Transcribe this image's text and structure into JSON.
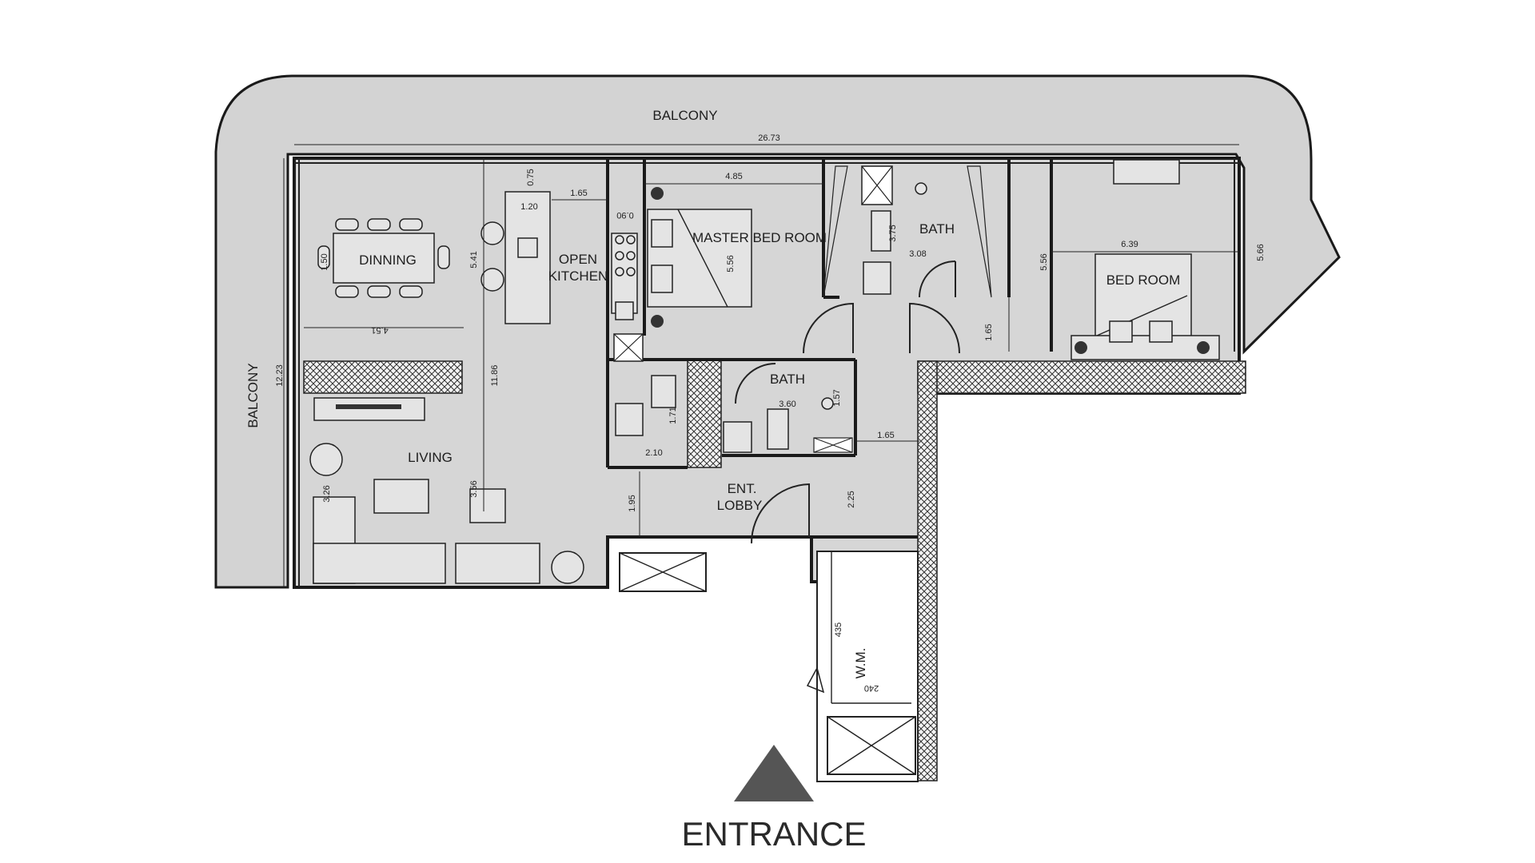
{
  "rooms": {
    "balcony_top": "BALCONY",
    "balcony_left": "BALCONY",
    "dining": "DINNING",
    "open_kitchen_line1": "OPEN",
    "open_kitchen_line2": "KITCHEN",
    "master_bedroom": "MASTER BED ROOM",
    "bath_top": "BATH",
    "bedroom": "BED ROOM",
    "bath_middle": "BATH",
    "living": "LIVING",
    "ent_lobby_line1": "ENT.",
    "ent_lobby_line2": "LOBBY",
    "wm": "W.M."
  },
  "dimensions": {
    "overall_width": "26.73",
    "overall_height": "12.23",
    "kitchen_width": "1.65",
    "kitchen_counter": "1.20",
    "kitchen_depth": "0.75",
    "kitchen_small": "0.90",
    "master_width": "4.85",
    "master_height": "5.56",
    "dining_height": "5.41",
    "dining_width": "4.51",
    "dining_table": "1.50",
    "bath_w": "3.75",
    "bath_h": "3.08",
    "bedroom_width": "6.39",
    "bedroom_height": "5.56",
    "right_height": "5.66",
    "corridor": "1.65",
    "living_height": "11.86",
    "bath2_width": "3.60",
    "bath2_small": "1.57",
    "small_bath_w": "2.10",
    "small_bath_h": "1.71",
    "corridor_lower": "1.65",
    "lobby_height": "1.95",
    "lobby_right": "2.25",
    "sofa_depth": "3.26",
    "chair_w": "3.56",
    "wm_height": "435",
    "wm_width": "240"
  },
  "entrance_label": "ENTRANCE"
}
